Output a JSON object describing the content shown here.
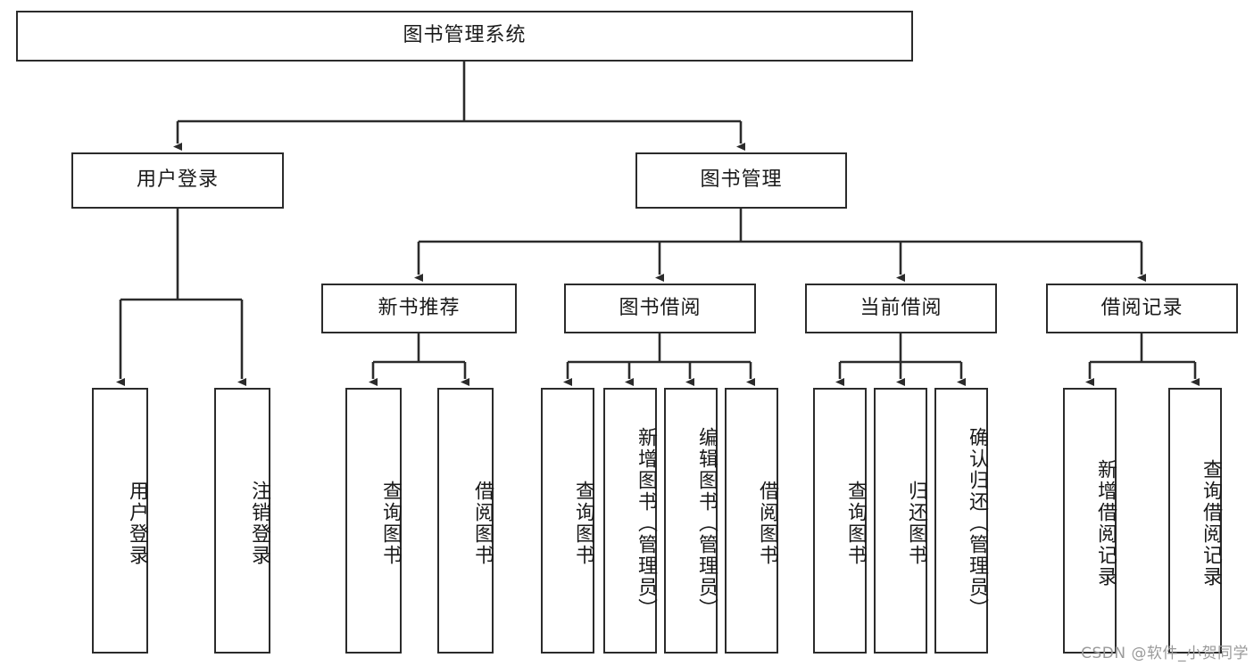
{
  "diagram": {
    "title": "图书管理系统",
    "type": "tree-hierarchy",
    "watermark": "CSDN @软件_小贺同学",
    "colors": {
      "stroke": "#2b2b2b",
      "fill": "#ffffff",
      "text": "#1a1a1a",
      "watermark": "#9a9a9a"
    },
    "nodes": {
      "root": {
        "label": "图书管理系统"
      },
      "level2": [
        {
          "id": "user-login",
          "label": "用户登录"
        },
        {
          "id": "book-manage",
          "label": "图书管理"
        }
      ],
      "level3": [
        {
          "id": "new-book-recommend",
          "label": "新书推荐"
        },
        {
          "id": "book-borrow",
          "label": "图书借阅"
        },
        {
          "id": "current-borrow",
          "label": "当前借阅"
        },
        {
          "id": "borrow-record",
          "label": "借阅记录"
        }
      ],
      "leaves": {
        "user-login": [
          {
            "id": "leaf-user-login",
            "label": "用户登录"
          },
          {
            "id": "leaf-user-logout",
            "label": "注销登录"
          }
        ],
        "new-book-recommend": [
          {
            "id": "leaf-query-book-1",
            "label": "查询图书"
          },
          {
            "id": "leaf-borrow-book-1",
            "label": "借阅图书"
          }
        ],
        "book-borrow": [
          {
            "id": "leaf-query-book-2",
            "label": "查询图书"
          },
          {
            "id": "leaf-add-book",
            "label": "新增图书（管理员）"
          },
          {
            "id": "leaf-edit-book",
            "label": "编辑图书（管理员）"
          },
          {
            "id": "leaf-borrow-book-2",
            "label": "借阅图书"
          }
        ],
        "current-borrow": [
          {
            "id": "leaf-query-book-3",
            "label": "查询图书"
          },
          {
            "id": "leaf-return-book",
            "label": "归还图书"
          },
          {
            "id": "leaf-confirm-return",
            "label": "确认归还（管理员）"
          }
        ],
        "borrow-record": [
          {
            "id": "leaf-add-record",
            "label": "新增借阅记录"
          },
          {
            "id": "leaf-query-record",
            "label": "查询借阅记录"
          }
        ]
      }
    }
  }
}
